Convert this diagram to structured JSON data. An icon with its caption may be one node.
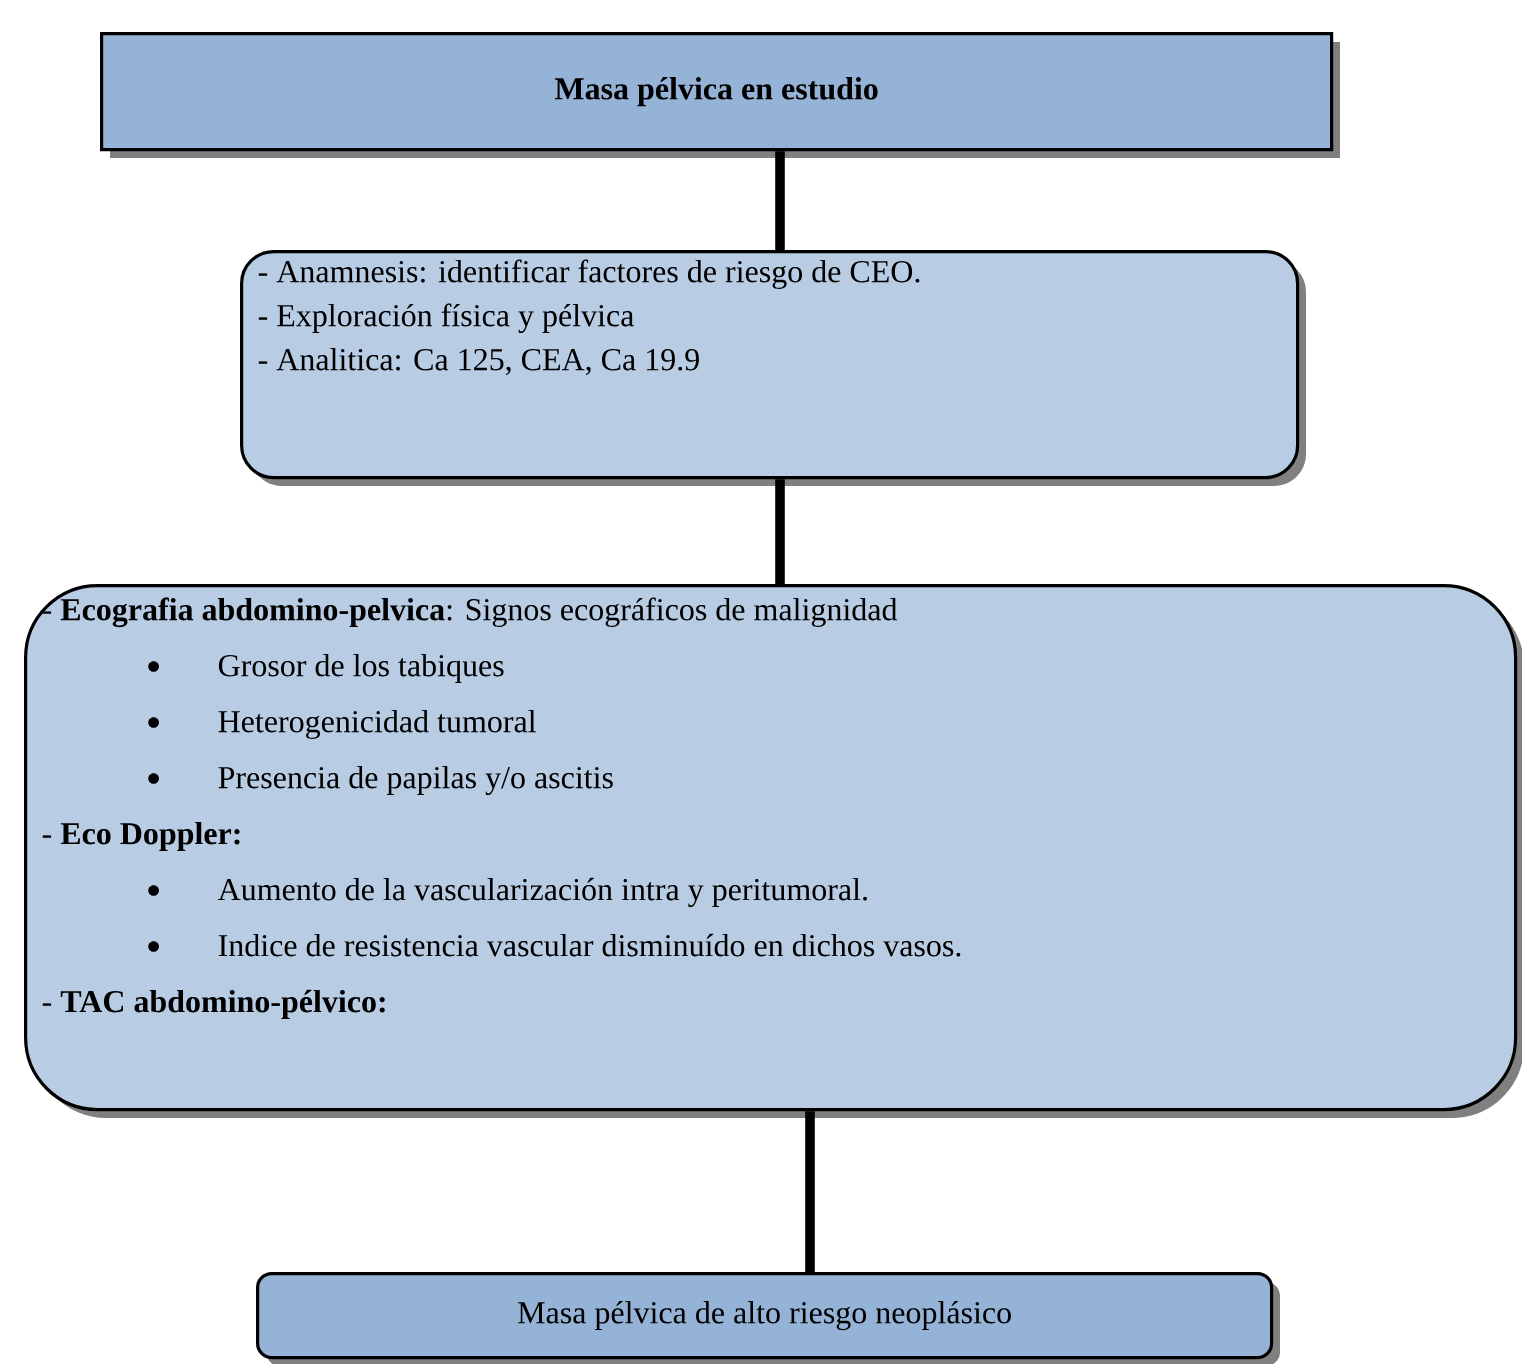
{
  "diagram": {
    "nodes": [
      {
        "text": [
          "Masa pélvica en estudio"
        ]
      },
      {
        "text": [
          "- Anamnesis: identificar factores de riesgo de CEO.",
          "- Exploración física y pélvica",
          "- Analitica: Ca 125, CEA, Ca 19.9"
        ]
      },
      {
        "text": [
          "- **Ecografia abdomino-pelvica**:   Signos ecográficos de malignidad",
          "Grosor de los tabiques",
          "Heterogenicidad tumoral",
          "Presencia de papilas y/o ascitis",
          "- **Eco Doppler:**",
          "Aumento de la vascularización intra y peritumoral.",
          "Indice de resistencia vascular disminuído en dichos vasos.",
          "- **TAC abdomino-pélvico:**"
        ]
      },
      {
        "text": [
          "Masa pélvica de alto riesgo neoplásico"
        ]
      }
    ],
    "edges": [
      {
        "from": 0,
        "to": 1,
        "arrow": "none"
      },
      {
        "from": 1,
        "to": 2,
        "arrow": "none"
      },
      {
        "from": 2,
        "to": 3,
        "arrow": "none"
      }
    ]
  }
}
